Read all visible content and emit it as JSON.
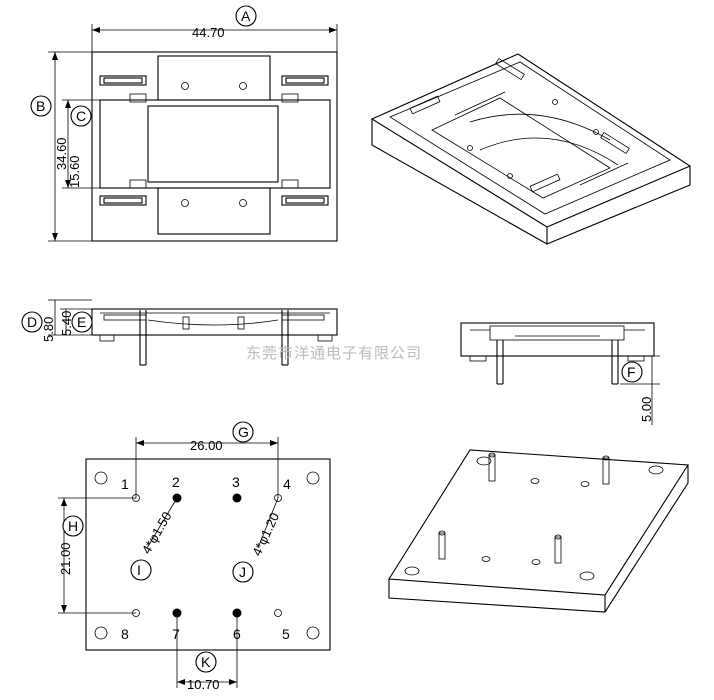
{
  "dimensions": {
    "top_width": "44.70",
    "top_height": "34.60",
    "top_inner_height": "15.60",
    "side_height_total": "5.80",
    "side_height_body": "5.40",
    "pin_length": "5.00",
    "bottom_pin_span_x": "26.00",
    "bottom_pin_span_y": "21.00",
    "bottom_pin_span_x_inner": "10.70",
    "hole_large": "4*φ1.50",
    "hole_small": "4*φ1.20"
  },
  "labels": {
    "A": "A",
    "B": "B",
    "C": "C",
    "D": "D",
    "E": "E",
    "F": "F",
    "G": "G",
    "H": "H",
    "I": "I",
    "J": "J",
    "K": "K"
  },
  "pins": [
    "1",
    "2",
    "3",
    "4",
    "5",
    "6",
    "7",
    "8"
  ],
  "watermark": "东莞市洋通电子有限公司"
}
